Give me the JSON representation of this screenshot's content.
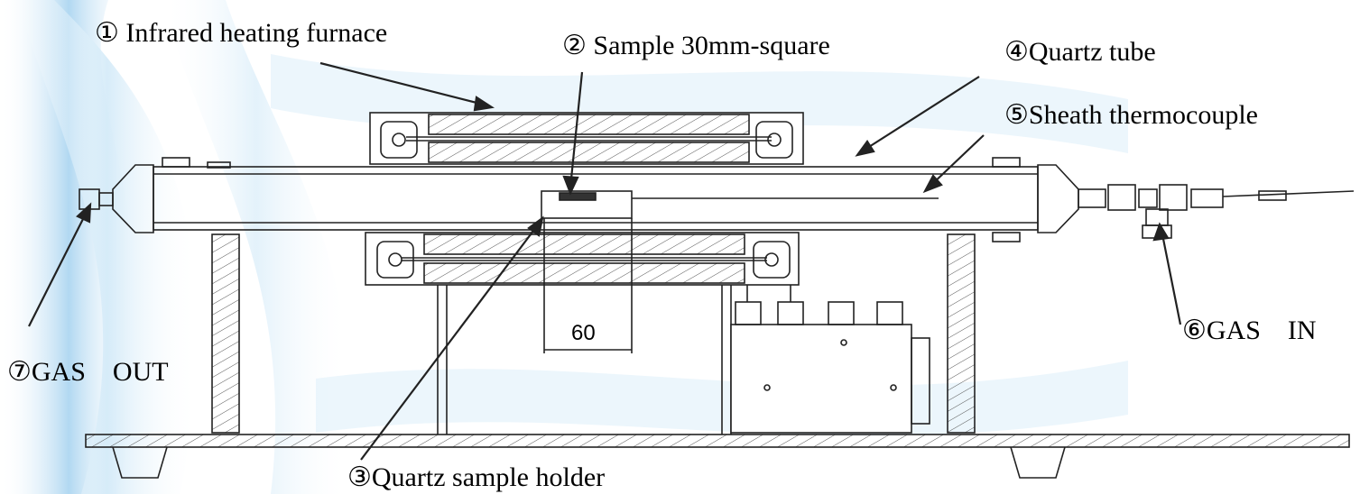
{
  "labels": {
    "l1": "① Infrared heating furnace",
    "l2": "② Sample 30mm-square",
    "l3": "③Quartz sample holder",
    "l4": "④Quartz tube",
    "l5": "⑤Sheath thermocouple",
    "l6": "⑥GAS　IN",
    "l7": "⑦GAS　OUT"
  },
  "dimension": "60",
  "colors": {
    "line": "#222222",
    "background_wave": "#cfe7f7",
    "background_wave_light": "#e8f4fb"
  }
}
